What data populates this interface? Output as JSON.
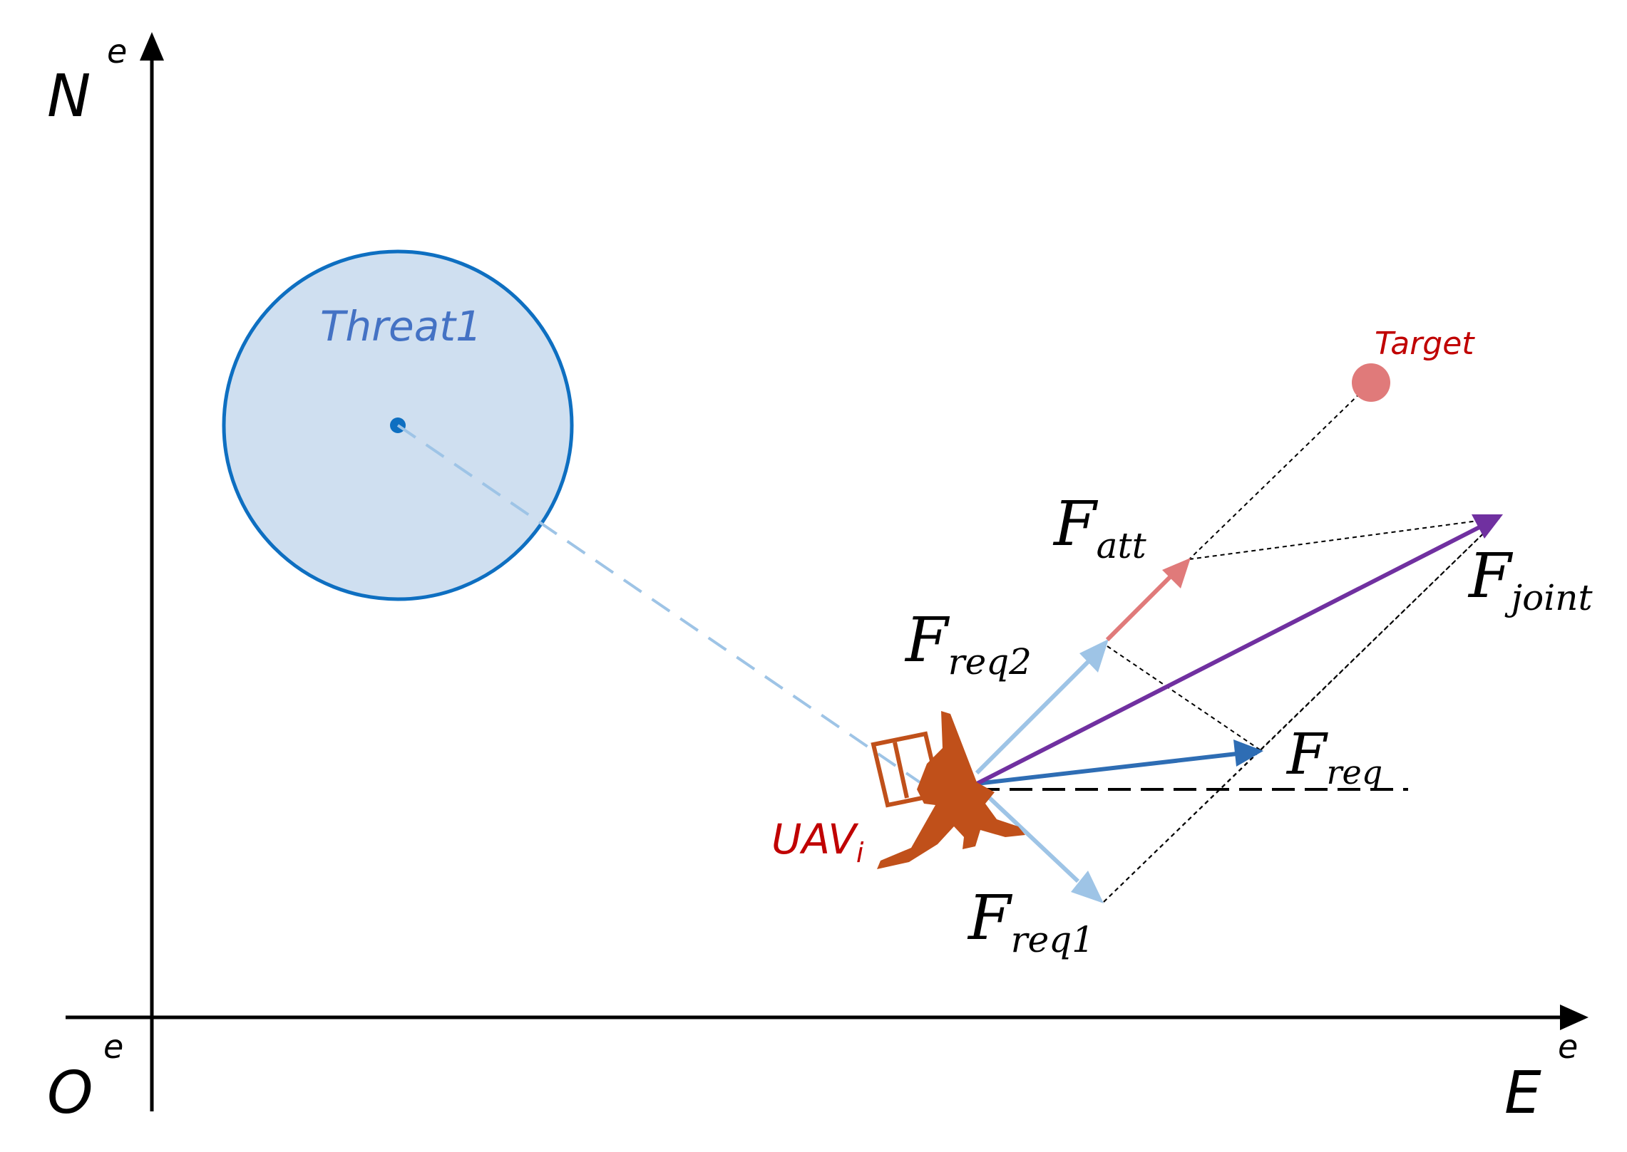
{
  "axes": {
    "north": "N",
    "north_sup": "e",
    "east": "E",
    "east_sup": "e",
    "origin": "O",
    "origin_sup": "e"
  },
  "threat": {
    "label": "Threat1",
    "fill_color": "#cfdff0",
    "stroke_color": "#0e6fc1"
  },
  "target": {
    "label": "Target",
    "color": "#c00000",
    "marker_color": "#e07a7a"
  },
  "uav": {
    "label": "UAV",
    "subscript": "i",
    "color": "#c0501a",
    "label_color": "#c00000"
  },
  "forces": {
    "att": {
      "symbol": "F",
      "subscript": "att",
      "color": "#e07a7a"
    },
    "req1": {
      "symbol": "F",
      "subscript": "req1",
      "color": "#9ec4e6"
    },
    "req2": {
      "symbol": "F",
      "subscript": "req2",
      "color": "#9ec4e6"
    },
    "req": {
      "symbol": "F",
      "subscript": "req",
      "color": "#2e6db4"
    },
    "joint": {
      "symbol": "F",
      "subscript": "joint",
      "color": "#7030a0"
    }
  }
}
